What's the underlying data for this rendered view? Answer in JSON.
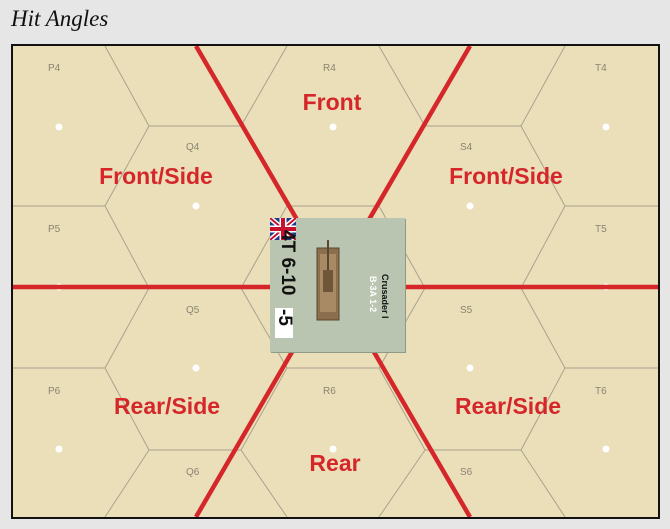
{
  "title": "Hit Angles",
  "hexes": [
    "P4",
    "R4",
    "T4",
    "Q4",
    "S4",
    "P5",
    "T5",
    "Q5",
    "S5",
    "P6",
    "R6",
    "T6",
    "Q6",
    "S6"
  ],
  "zones": {
    "front": "Front",
    "front_side_left": "Front/Side",
    "front_side_right": "Front/Side",
    "rear_side_left": "Rear/Side",
    "rear_side_right": "Rear/Side",
    "rear": "Rear"
  },
  "counter": {
    "stats": "4T 6-10",
    "armor": "-5",
    "name": "Crusader I",
    "sub": "B-3A 1-2",
    "nationality": "british-flag-icon"
  },
  "colors": {
    "board": "#ebdfba",
    "zone_lines": "#d5262a",
    "hex_grid": "#a9a38d",
    "counter": "#b9c5b0"
  }
}
